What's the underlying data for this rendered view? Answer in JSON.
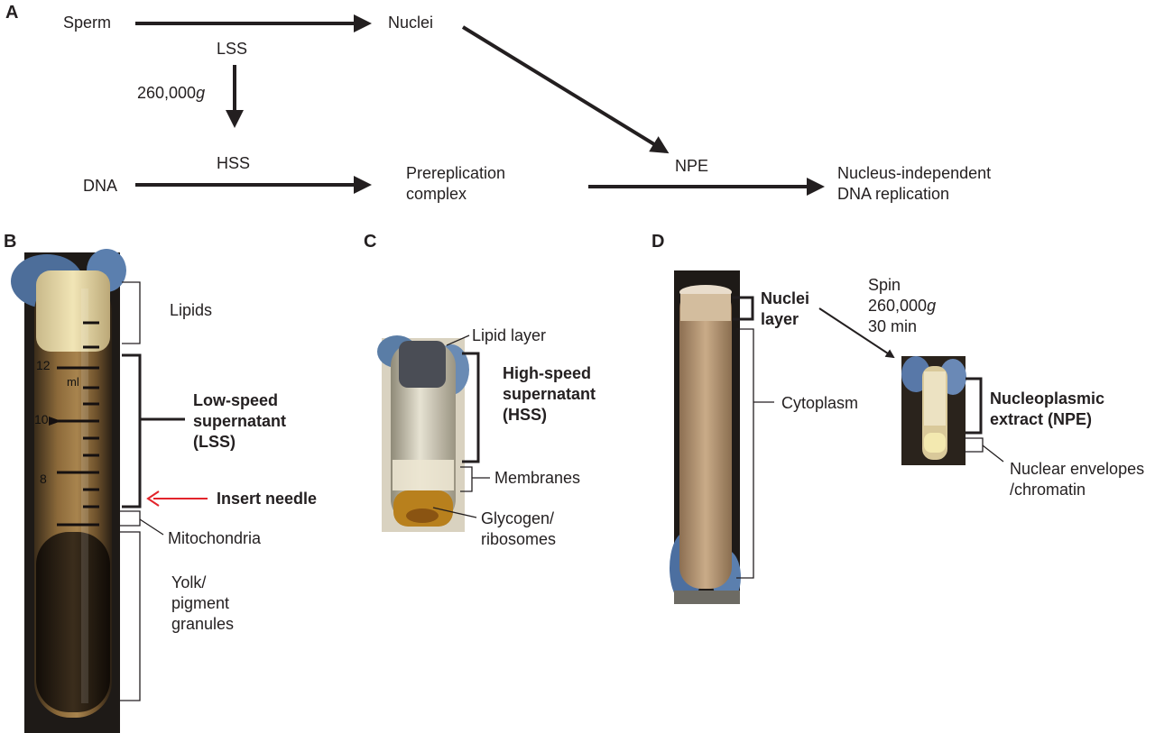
{
  "panels": {
    "a": "A",
    "b": "B",
    "c": "C",
    "d": "D"
  },
  "flow": {
    "sperm": "Sperm",
    "nuclei": "Nuclei",
    "lss": "LSS",
    "spin_value": "260,000",
    "spin_unit": "g",
    "hss": "HSS",
    "dna": "DNA",
    "prerep_line1": "Prereplication",
    "prerep_line2": "complex",
    "npe": "NPE",
    "result_line1": "Nucleus-independent",
    "result_line2": "DNA replication"
  },
  "lss_tube": {
    "lipids": "Lipids",
    "lss_line1": "Low-speed",
    "lss_line2": "supernatant",
    "lss_line3": "(LSS)",
    "insert_needle": "Insert needle",
    "mitochondria": "Mitochondria",
    "yolk_line1": "Yolk/",
    "yolk_line2": "pigment",
    "yolk_line3": "granules",
    "scale_12": "12",
    "scale_ml": "ml",
    "scale_10": "10",
    "scale_8": "8"
  },
  "hss_tube": {
    "lipid_layer": "Lipid layer",
    "hss_line1": "High-speed",
    "hss_line2": "supernatant",
    "hss_line3": "(HSS)",
    "membranes": "Membranes",
    "glycogen_line1": "Glycogen/",
    "glycogen_line2": "ribosomes"
  },
  "npe_prep": {
    "nuclei_line1": "Nuclei",
    "nuclei_line2": "layer",
    "cytoplasm": "Cytoplasm",
    "spin_line1": "Spin",
    "spin_value": "260,000",
    "spin_unit": "g",
    "spin_line3": "30 min",
    "npe_line1": "Nucleoplasmic",
    "npe_line2": "extract (NPE)",
    "envelopes_line1": "Nuclear envelopes",
    "envelopes_line2": "/chromatin"
  },
  "colors": {
    "text": "#231f20",
    "needle_arrow": "#e3242b"
  }
}
